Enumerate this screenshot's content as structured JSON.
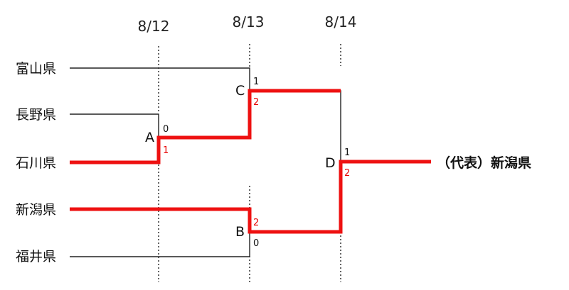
{
  "dates": [
    "8/12",
    "8/13",
    "8/14"
  ],
  "teams": [
    "富山県",
    "長野県",
    "石川県",
    "新潟県",
    "福井県"
  ],
  "matches": {
    "A": {
      "label": "A",
      "scores": [
        "0",
        "1"
      ]
    },
    "B": {
      "label": "B",
      "scores": [
        "2",
        "0"
      ]
    },
    "C": {
      "label": "C",
      "scores": [
        "1",
        "2"
      ]
    },
    "D": {
      "label": "D",
      "scores": [
        "1",
        "2"
      ]
    }
  },
  "representative": "（代表）新潟県",
  "colors": {
    "winner_line": "#ee1111",
    "line": "#222222",
    "winner_score": "#e60000"
  }
}
